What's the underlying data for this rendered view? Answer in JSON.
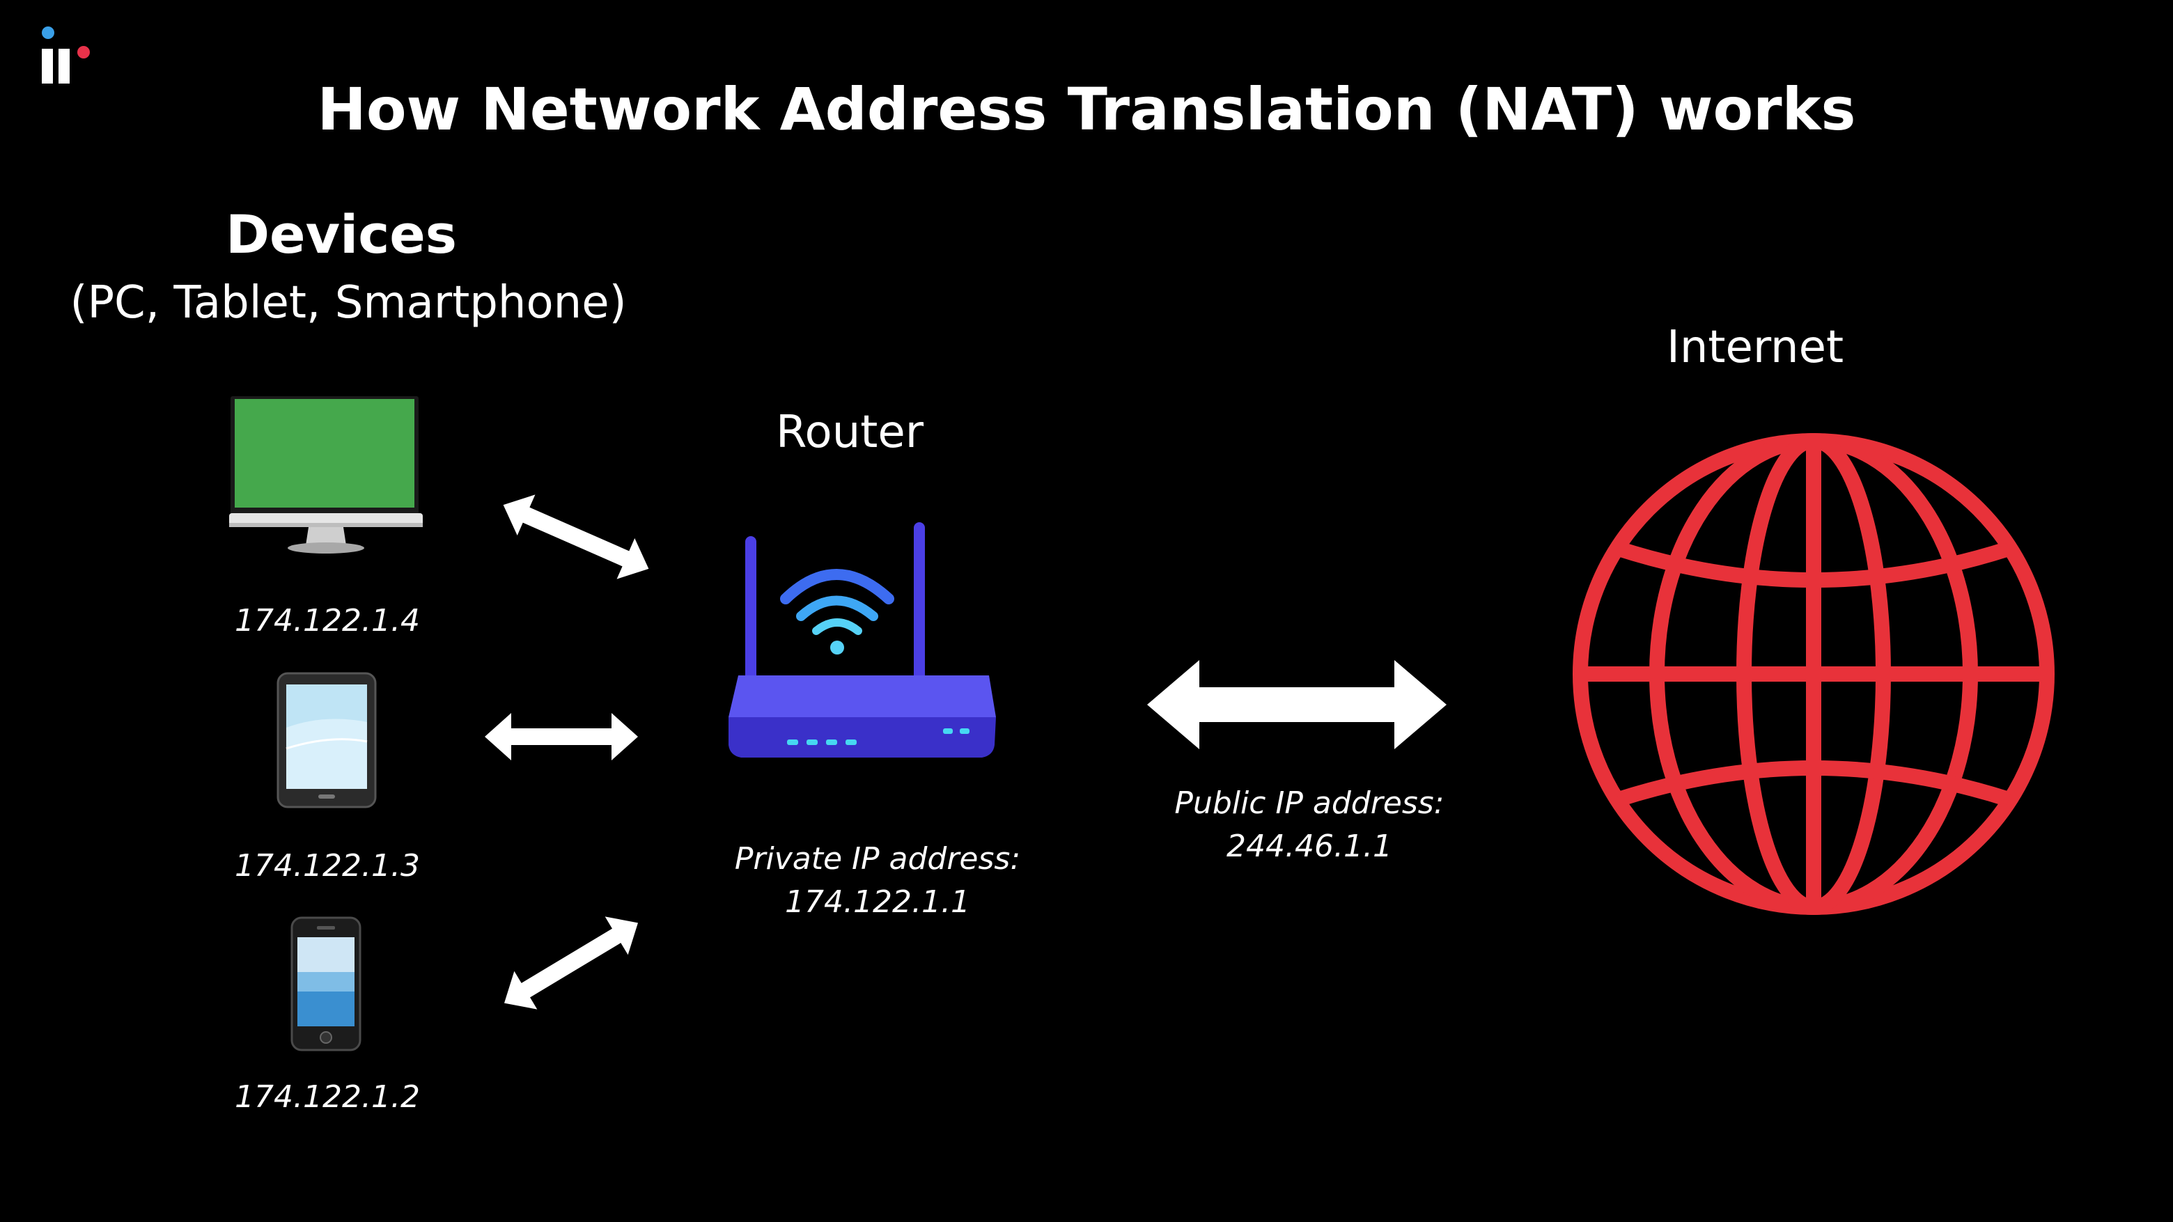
{
  "title": "How Network Address Translation (NAT) works",
  "devices": {
    "heading": "Devices",
    "subtitle": "(PC, Tablet, Smartphone)",
    "pc_ip": "174.122.1.4",
    "tablet_ip": "174.122.1.3",
    "phone_ip": "174.122.1.2"
  },
  "router": {
    "label": "Router",
    "private_label": "Private IP address:",
    "private_ip": "174.122.1.1"
  },
  "public": {
    "label": "Public IP address:",
    "ip": "244.46.1.1"
  },
  "internet": {
    "label": "Internet"
  },
  "colors": {
    "background": "#000000",
    "text": "#ffffff",
    "globe": "#e8323a",
    "router": "#4a3fe0",
    "pc_screen": "#45a84c",
    "logo_blue": "#3aa0e8",
    "logo_red": "#e8324a"
  },
  "icons": [
    "brand-logo-icon",
    "desktop-monitor-icon",
    "tablet-icon",
    "smartphone-icon",
    "wifi-router-icon",
    "globe-icon",
    "double-arrow-icon"
  ]
}
